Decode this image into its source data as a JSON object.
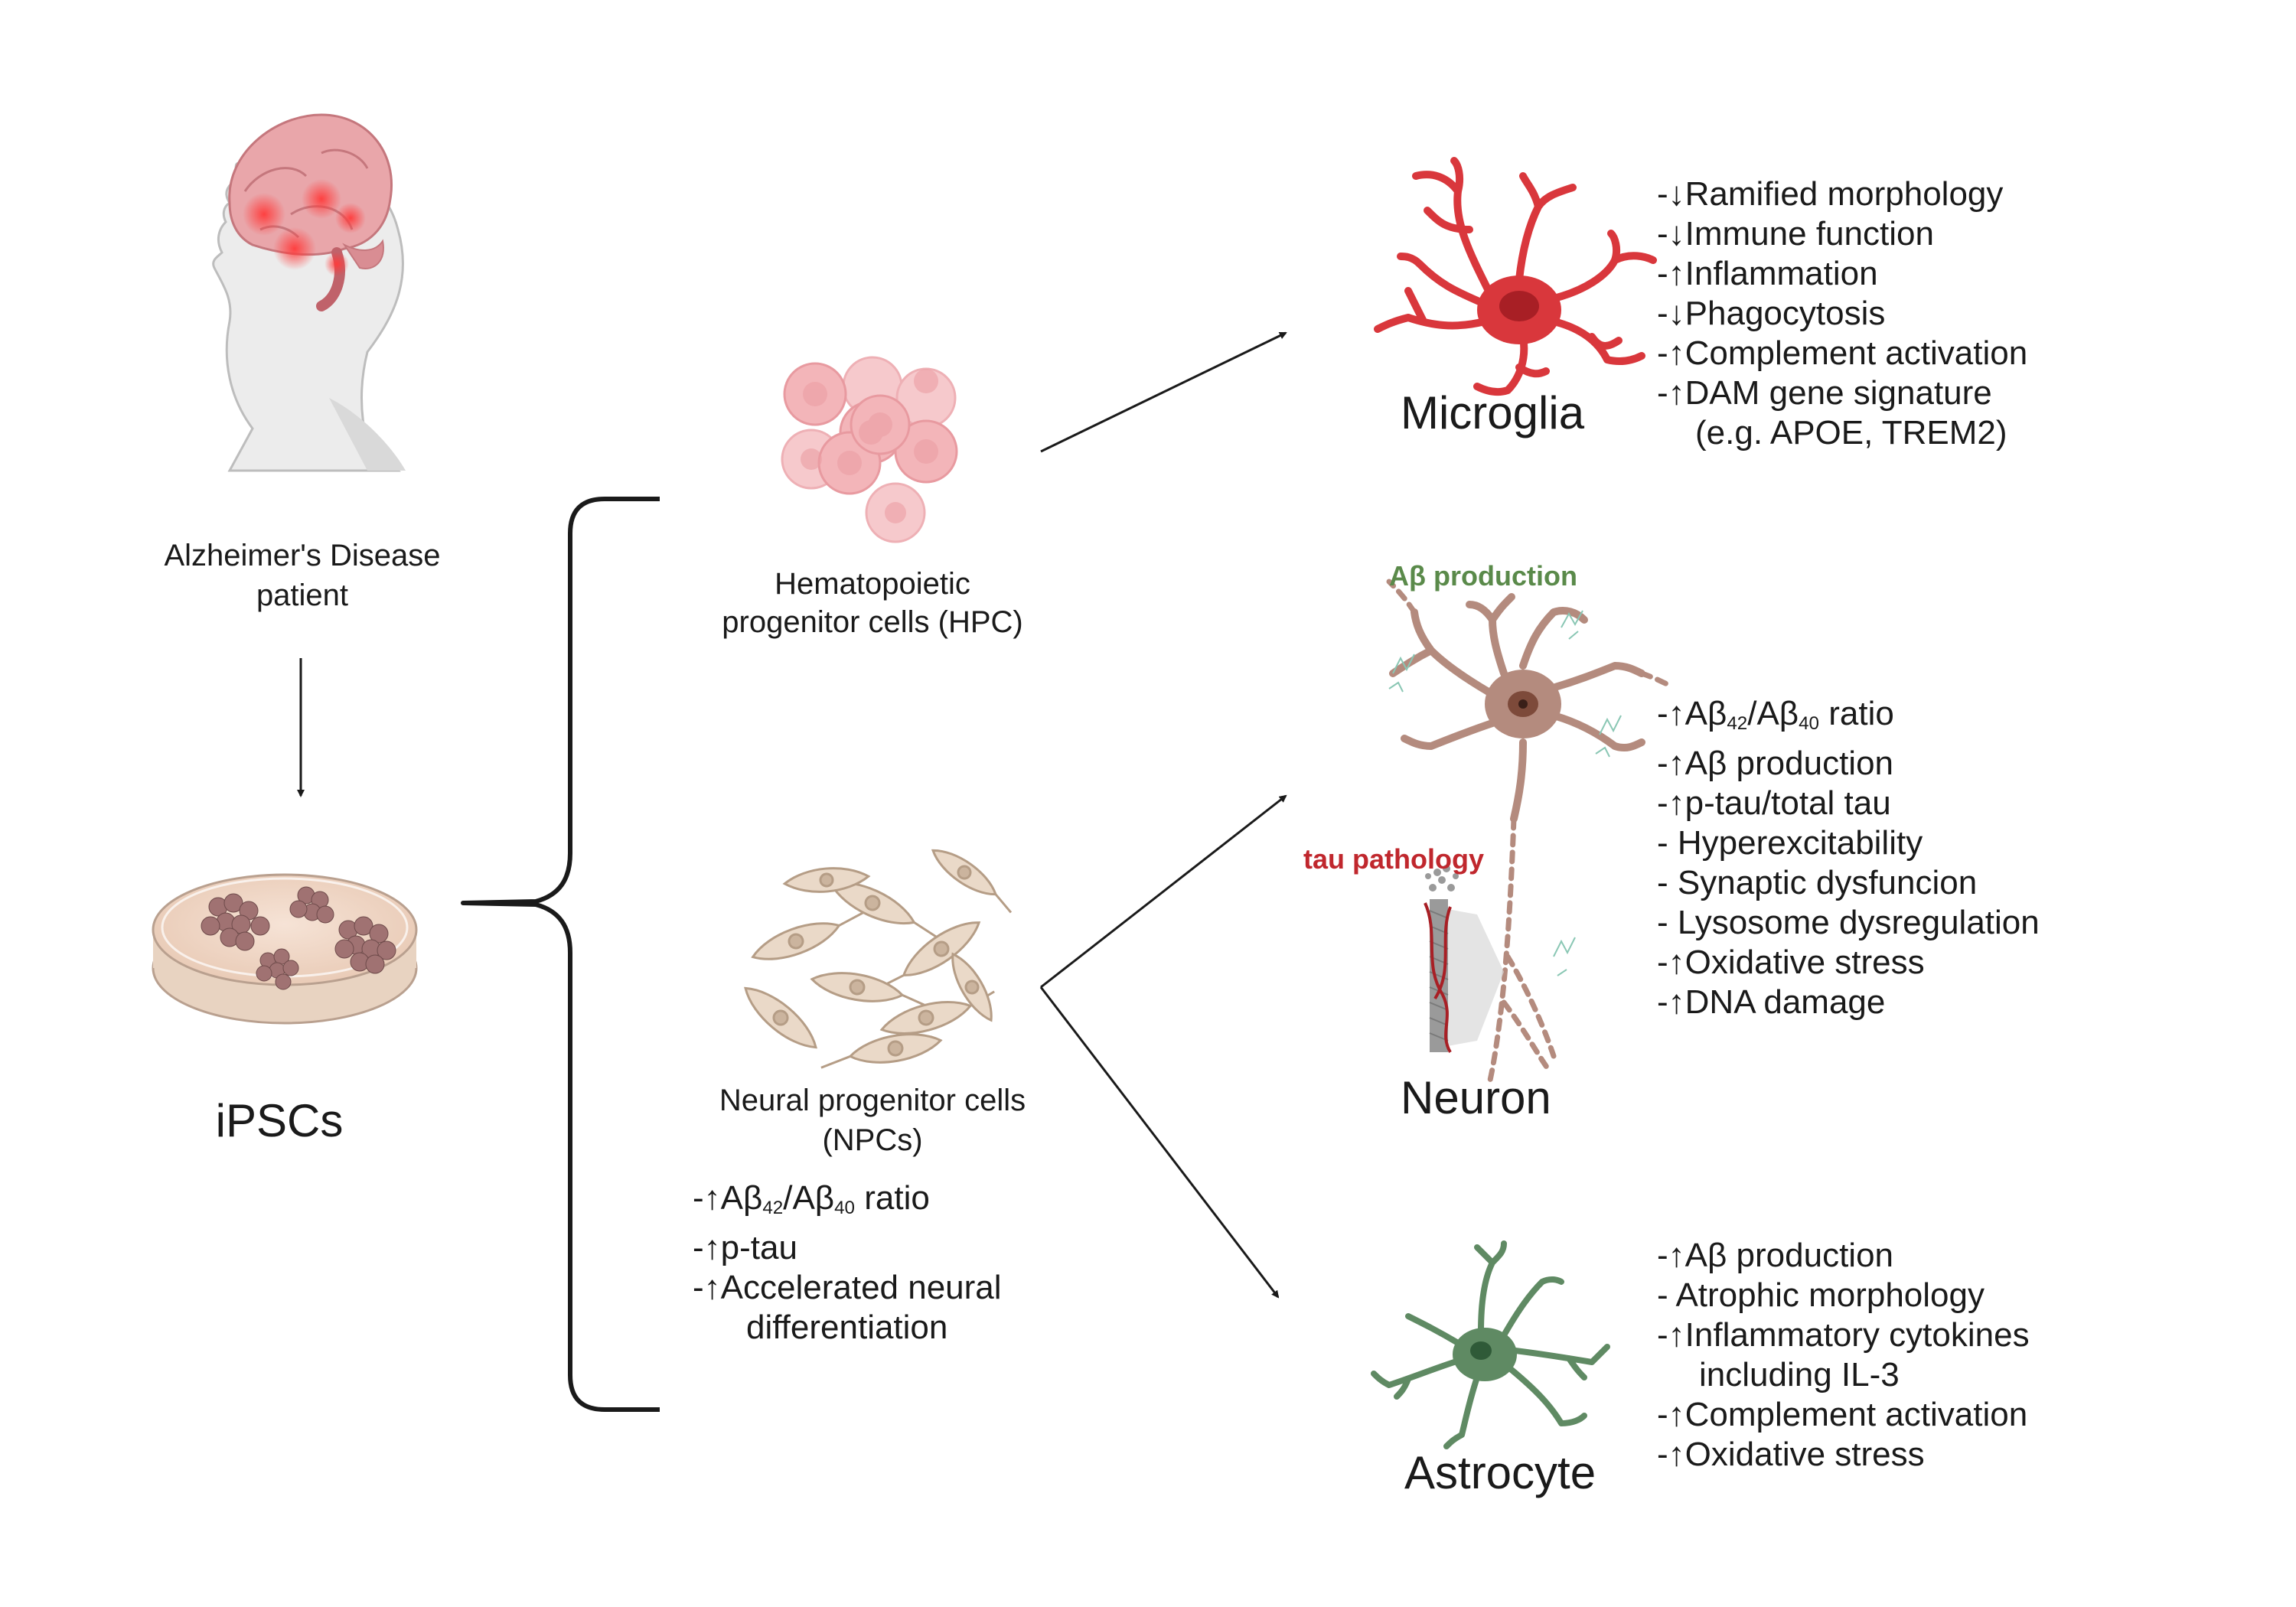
{
  "patient": {
    "label_line1": "Alzheimer's Disease",
    "label_line2": "patient"
  },
  "ipsc": {
    "label": "iPSCs"
  },
  "hpc": {
    "label_line1": "Hematopoietic",
    "label_line2": "progenitor cells (HPC)"
  },
  "npc": {
    "label_line1": "Neural progenitor cells",
    "label_line2": "(NPCs)",
    "effects": [
      "-↑Aβ42/Aβ40 ratio",
      "-↑p-tau",
      "-↑Accelerated neural",
      "differentiation"
    ]
  },
  "microglia": {
    "label": "Microglia",
    "effects": [
      "-↓Ramified morphology",
      "-↓Immune function",
      "-↑Inflammation",
      "-↓Phagocytosis",
      "-↑Complement activation",
      "-↑DAM gene signature",
      "(e.g. APOE, TREM2)"
    ]
  },
  "neuron": {
    "label": "Neuron",
    "ab_label": "Aβ production",
    "tau_label": "tau pathology",
    "effects": [
      "-↑Aβ42/Aβ40 ratio",
      "-↑Aβ production",
      "-↑p-tau/total tau",
      "- Hyperexcitability",
      "- Synaptic dysfuncion",
      "- Lysosome dysregulation",
      "-↑Oxidative stress",
      "-↑DNA damage"
    ]
  },
  "astrocyte": {
    "label": "Astrocyte",
    "effects": [
      "-↑Aβ production",
      "- Atrophic morphology",
      "-↑Inflammatory cytokines",
      "including IL-3",
      "-↑Complement activation",
      "-↑Oxidative stress"
    ]
  },
  "colors": {
    "hpc_cell": "#f2a9ae",
    "microglia": "#d9373c",
    "neuron": "#b48b7e",
    "astrocyte": "#5f8a63",
    "npc_cell": "#e7d3c2",
    "green_text": "#5a8a4a",
    "red_text": "#c0272d"
  }
}
